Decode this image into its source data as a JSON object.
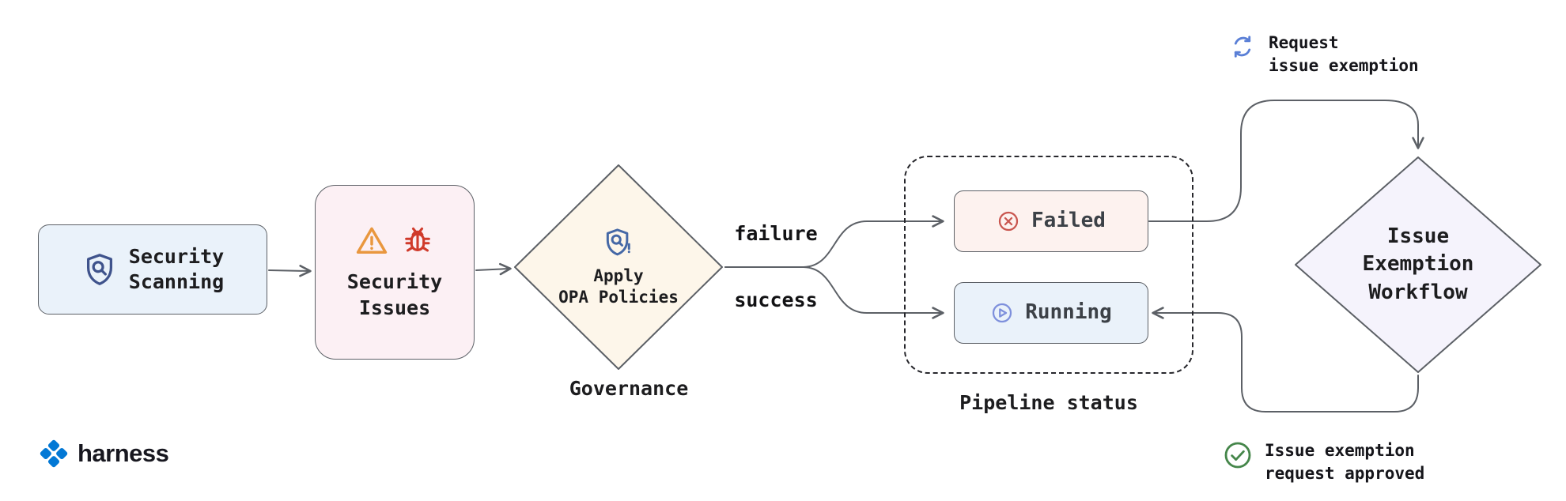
{
  "diagram": {
    "nodes": {
      "security_scanning": {
        "label": "Security\nScanning"
      },
      "security_issues": {
        "label": "Security\nIssues"
      },
      "apply_opa": {
        "label": "Apply\nOPA Policies"
      },
      "failed": {
        "label": "Failed"
      },
      "running": {
        "label": "Running"
      },
      "issue_exemption": {
        "label": "Issue\nExemption\nWorkflow"
      }
    },
    "edge_labels": {
      "failure": "failure",
      "success": "success"
    },
    "captions": {
      "governance": "Governance",
      "pipeline_status": "Pipeline status",
      "request_exemption": "Request\nissue exemption",
      "exemption_approved": "Issue exemption\nrequest approved"
    },
    "logo": {
      "text": "harness"
    }
  },
  "icons": {
    "security_scanning": "shield-search-icon",
    "security_issues": [
      "warning-triangle-icon",
      "bug-icon"
    ],
    "apply_opa": "shield-alert-icon",
    "failed": "x-circle-icon",
    "running": "play-circle-icon",
    "request_exemption": "sync-arrows-icon",
    "exemption_approved": "check-circle-icon",
    "logo": "harness-logo-icon"
  },
  "colors": {
    "node_blue_fill": "#eaf2fa",
    "node_pink_fill": "#fcf0f4",
    "node_cream_fill": "#fdf6ea",
    "node_red_fill": "#fdf2ef",
    "node_purple_fill": "#f5f3fc",
    "stroke": "#5c6066",
    "dashed": "#27272c",
    "text_dark": "#1d1d1f",
    "text_muted": "#3c4147",
    "warning_orange": "#e9973e",
    "bug_red": "#d03a2b",
    "fail_red": "#c9564f",
    "run_blue": "#7e90dc",
    "shield_blue": "#3f538c",
    "opa_blue": "#4568a6",
    "request_blue": "#5a7fd6",
    "approved_green": "#45864a",
    "logo_blue": "#0278d5"
  }
}
